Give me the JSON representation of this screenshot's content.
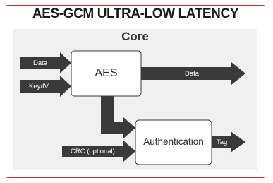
{
  "title": "AES-GCM ULTRA-LOW LATENCY",
  "core": {
    "label": "Core"
  },
  "blocks": {
    "aes": "AES",
    "authentication": "Authentication"
  },
  "signals": {
    "data_in": "Data",
    "key_iv": "Key/IV",
    "data_out": "Data",
    "crc": "CRC (optional)",
    "tag": "Tag"
  },
  "colors": {
    "frame_border": "#d02a2a",
    "arrow": "#3a3a3a",
    "core_background": "#f0f0f0"
  }
}
